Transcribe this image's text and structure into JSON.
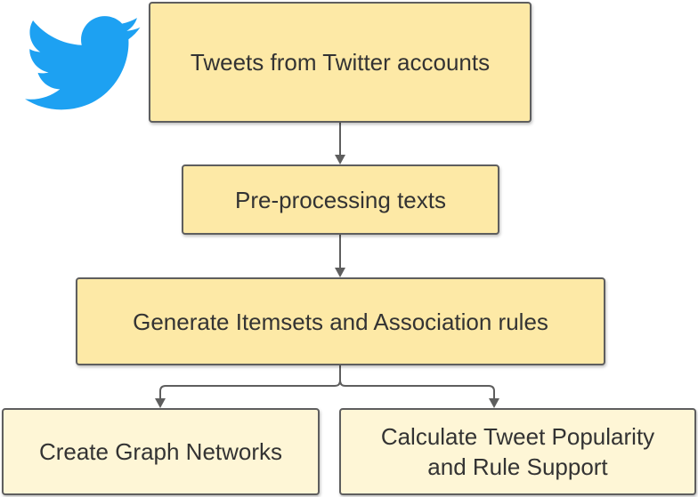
{
  "diagram": {
    "nodes": [
      {
        "id": "n1",
        "label": "Tweets from Twitter accounts"
      },
      {
        "id": "n2",
        "label": "Pre-processing texts"
      },
      {
        "id": "n3",
        "label": "Generate Itemsets and Association rules"
      },
      {
        "id": "n4",
        "label": "Create Graph Networks"
      },
      {
        "id": "n5",
        "label_line1": "Calculate Tweet Popularity",
        "label_line2": "and Rule Support"
      }
    ],
    "edges": [
      {
        "from": "n1",
        "to": "n2"
      },
      {
        "from": "n2",
        "to": "n3"
      },
      {
        "from": "n3",
        "to": "n4"
      },
      {
        "from": "n3",
        "to": "n5"
      }
    ]
  },
  "logo": {
    "icon": "twitter-bird-icon",
    "color": "#1da1f2"
  },
  "colors": {
    "node_fill_primary": "#fde9a6",
    "node_fill_secondary": "#fef6d6",
    "node_border": "#5e5e5e",
    "text": "#333333",
    "connector": "#5e5e5e"
  }
}
